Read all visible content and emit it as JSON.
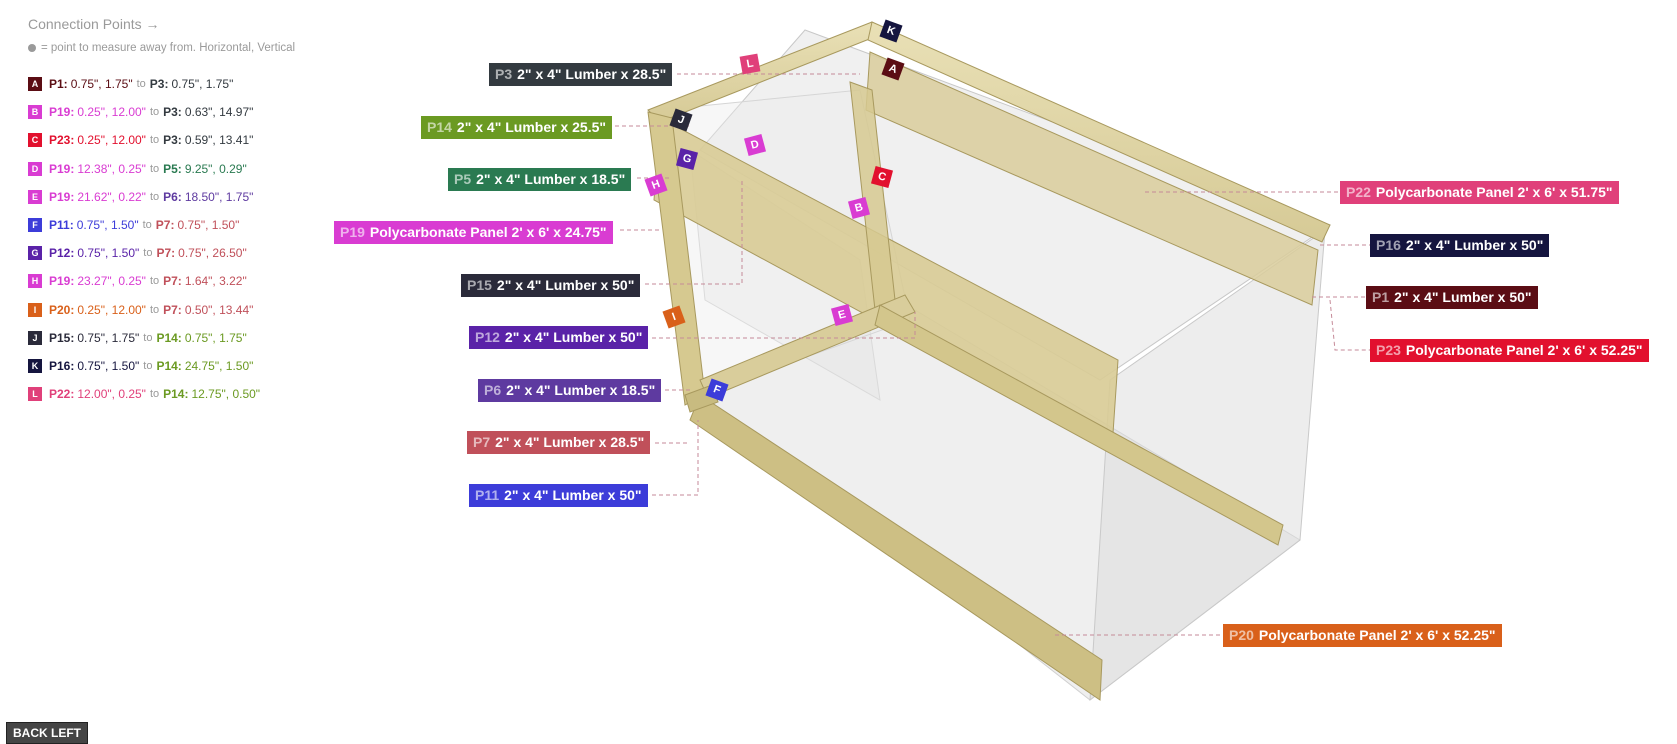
{
  "connection_points": {
    "title": "Connection Points",
    "title_arrow": "→",
    "subtitle": "= point to measure away from. Horizontal, Vertical",
    "to_word": "to",
    "items": [
      {
        "letter": "A",
        "color": "#5b0d14",
        "from": "P1:",
        "from_xy": "0.75\", 1.75\"",
        "from_color": "#5b0d14",
        "to": "P3:",
        "to_xy": "0.75\", 1.75\"",
        "to_color": "#333a40"
      },
      {
        "letter": "B",
        "color": "#d93cd2",
        "from": "P19:",
        "from_xy": "0.25\", 12.00\"",
        "from_color": "#d93cd2",
        "to": "P3:",
        "to_xy": "0.63\", 14.97\"",
        "to_color": "#333a40"
      },
      {
        "letter": "C",
        "color": "#e2102e",
        "from": "P23:",
        "from_xy": "0.25\", 12.00\"",
        "from_color": "#e2102e",
        "to": "P3:",
        "to_xy": "0.59\", 13.41\"",
        "to_color": "#333a40"
      },
      {
        "letter": "D",
        "color": "#d93cd2",
        "from": "P19:",
        "from_xy": "12.38\", 0.25\"",
        "from_color": "#d93cd2",
        "to": "P5:",
        "to_xy": "9.25\", 0.29\"",
        "to_color": "#2a7a51"
      },
      {
        "letter": "E",
        "color": "#d93cd2",
        "from": "P19:",
        "from_xy": "21.62\", 0.22\"",
        "from_color": "#d93cd2",
        "to": "P6:",
        "to_xy": "18.50\", 1.75\"",
        "to_color": "#5e3aa0"
      },
      {
        "letter": "F",
        "color": "#3c3cd9",
        "from": "P11:",
        "from_xy": "0.75\", 1.50\"",
        "from_color": "#3c3cd9",
        "to": "P7:",
        "to_xy": "0.75\", 1.50\"",
        "to_color": "#c0505a"
      },
      {
        "letter": "G",
        "color": "#5a22a8",
        "from": "P12:",
        "from_xy": "0.75\", 1.50\"",
        "from_color": "#5a22a8",
        "to": "P7:",
        "to_xy": "0.75\", 26.50\"",
        "to_color": "#c0505a"
      },
      {
        "letter": "H",
        "color": "#d93cd2",
        "from": "P19:",
        "from_xy": "23.27\", 0.25\"",
        "from_color": "#d93cd2",
        "to": "P7:",
        "to_xy": "1.64\", 3.22\"",
        "to_color": "#c0505a"
      },
      {
        "letter": "I",
        "color": "#d9601a",
        "from": "P20:",
        "from_xy": "0.25\", 12.00\"",
        "from_color": "#d9601a",
        "to": "P7:",
        "to_xy": "0.50\", 13.44\"",
        "to_color": "#c0505a"
      },
      {
        "letter": "J",
        "color": "#2a2a3a",
        "from": "P15:",
        "from_xy": "0.75\", 1.75\"",
        "from_color": "#2a2a3a",
        "to": "P14:",
        "to_xy": "0.75\", 1.75\"",
        "to_color": "#6b9a22"
      },
      {
        "letter": "K",
        "color": "#15153f",
        "from": "P16:",
        "from_xy": "0.75\", 1.50\"",
        "from_color": "#15153f",
        "to": "P14:",
        "to_xy": "24.75\", 1.50\"",
        "to_color": "#6b9a22"
      },
      {
        "letter": "L",
        "color": "#e0407a",
        "from": "P22:",
        "from_xy": "12.00\", 0.25\"",
        "from_color": "#e0407a",
        "to": "P14:",
        "to_xy": "12.75\", 0.50\"",
        "to_color": "#6b9a22"
      }
    ]
  },
  "part_labels": [
    {
      "id": "P3",
      "text": "2\" x 4\" Lumber  x 28.5\"",
      "color": "#333a40"
    },
    {
      "id": "P14",
      "text": "2\" x 4\" Lumber  x 25.5\"",
      "color": "#6b9a22"
    },
    {
      "id": "P5",
      "text": "2\" x 4\" Lumber  x 18.5\"",
      "color": "#2a7a51"
    },
    {
      "id": "P19",
      "text": "Polycarbonate Panel 2' x 6'  x 24.75\"",
      "color": "#d93cd2"
    },
    {
      "id": "P15",
      "text": "2\" x 4\" Lumber  x 50\"",
      "color": "#2a2a3a"
    },
    {
      "id": "P12",
      "text": "2\" x 4\" Lumber  x 50\"",
      "color": "#5a22a8"
    },
    {
      "id": "P6",
      "text": "2\" x 4\" Lumber  x 18.5\"",
      "color": "#5e3aa0"
    },
    {
      "id": "P7",
      "text": "2\" x 4\" Lumber  x 28.5\"",
      "color": "#c0505a"
    },
    {
      "id": "P11",
      "text": "2\" x 4\" Lumber  x 50\"",
      "color": "#3c3cd9"
    },
    {
      "id": "P22",
      "text": "Polycarbonate Panel 2' x 6'  x 51.75\"",
      "color": "#e0407a"
    },
    {
      "id": "P16",
      "text": "2\" x 4\" Lumber  x 50\"",
      "color": "#15153f"
    },
    {
      "id": "P1",
      "text": "2\" x 4\" Lumber  x 50\"",
      "color": "#5b0d14"
    },
    {
      "id": "P23",
      "text": "Polycarbonate Panel 2' x 6'  x 52.25\"",
      "color": "#e2102e"
    },
    {
      "id": "P20",
      "text": "Polycarbonate Panel 2' x 6'  x 52.25\"",
      "color": "#d9601a"
    }
  ],
  "scene_markers": [
    {
      "letter": "A",
      "color": "#5b0d14"
    },
    {
      "letter": "B",
      "color": "#d93cd2"
    },
    {
      "letter": "C",
      "color": "#e2102e"
    },
    {
      "letter": "D",
      "color": "#d93cd2"
    },
    {
      "letter": "E",
      "color": "#d93cd2"
    },
    {
      "letter": "F",
      "color": "#3c3cd9"
    },
    {
      "letter": "G",
      "color": "#5a22a8"
    },
    {
      "letter": "H",
      "color": "#d93cd2"
    },
    {
      "letter": "I",
      "color": "#d9601a"
    },
    {
      "letter": "J",
      "color": "#2a2a3a"
    },
    {
      "letter": "K",
      "color": "#15153f"
    },
    {
      "letter": "L",
      "color": "#e0407a"
    }
  ],
  "back_button": {
    "label": "BACK LEFT"
  },
  "wood_color": "#d8cc98",
  "panel_color": "#e6e6e6"
}
